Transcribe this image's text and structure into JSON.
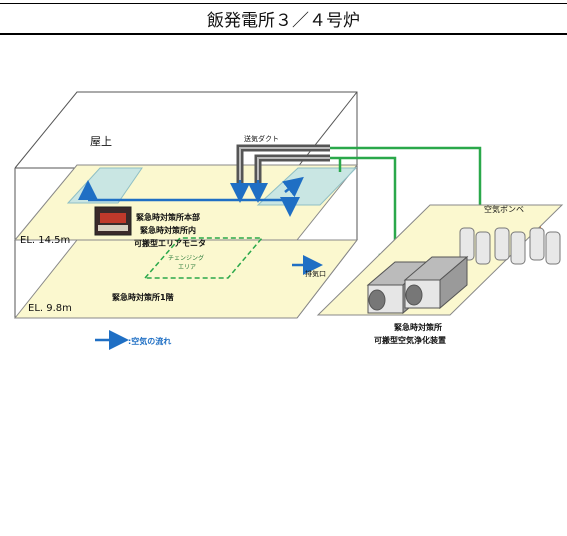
{
  "title": "飯発電所３／４号炉",
  "labels": {
    "rooftop": "屋上",
    "duct": "送気ダクト",
    "air_cylinders": "空気ボンベ",
    "hq": "緊急時対策所本部",
    "hq_inside": "緊急時対策所内",
    "monitor": "可搬型エリアモニタ",
    "changing_line1": "チェンジング",
    "changing_line2": "エリア",
    "exhaust": "排気口",
    "el_upper": "EL. 14.5m",
    "el_lower": "EL. 9.8m",
    "first_floor": "緊急時対策所1階",
    "purifier_line1": "緊急時対策所",
    "purifier_line2": "可搬型空気浄化装置",
    "legend": ":空気の流れ"
  },
  "colors": {
    "floor": "#fbf8cf",
    "glass": "#bfe3e6",
    "green_pipe": "#2aa84a",
    "orange_pipe": "#f07a1e",
    "air_flow": "#1f6fc4",
    "duct": "#555555"
  }
}
